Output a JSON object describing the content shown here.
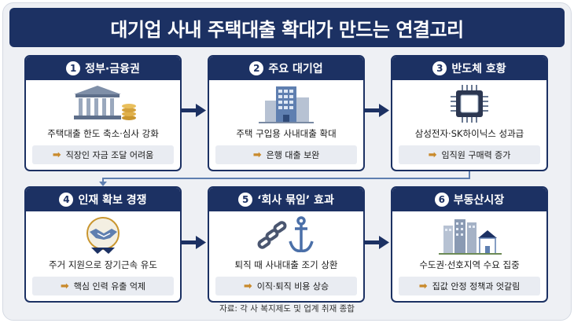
{
  "title": "대기업 사내 주택대출 확대가 만드는 연결고리",
  "cards": [
    {
      "num": "1",
      "heading": "정부·금융권",
      "desc": "주택대출 한도 축소·심사 강화",
      "sub": "직장인 자금 조달 어려움",
      "icon": "bank-with-coins-icon"
    },
    {
      "num": "2",
      "heading": "주요 대기업",
      "desc": "주택 구입용 사내대출 확대",
      "sub": "은행 대출 보완",
      "icon": "office-building-icon"
    },
    {
      "num": "3",
      "heading": "반도체 호황",
      "desc": "삼성전자·SK하이닉스 성과급",
      "sub": "임직원 구매력 증가",
      "icon": "microchip-icon"
    },
    {
      "num": "4",
      "heading": "인재 확보 경쟁",
      "desc": "주거 지원으로 장기근속 유도",
      "sub": "핵심 인력 유출 억제",
      "icon": "handshake-icon"
    },
    {
      "num": "5",
      "heading": "‘회사 묶임’ 효과",
      "desc": "퇴직 때 사내대출 조기 상환",
      "sub": "이직·퇴직 비용 상승",
      "icon": "chain-anchor-icon"
    },
    {
      "num": "6",
      "heading": "부동산시장",
      "desc": "수도권·선호지역 수요 집중",
      "sub": "집값 안정 정책과 엇갈림",
      "icon": "apartment-houses-icon"
    }
  ],
  "source": "자료: 각 사 복지제도 및 업계 취재 종합",
  "colors": {
    "navy": "#1c3163",
    "arrow_gold": "#c98a2c",
    "sub_bg": "#e9ecf2"
  }
}
